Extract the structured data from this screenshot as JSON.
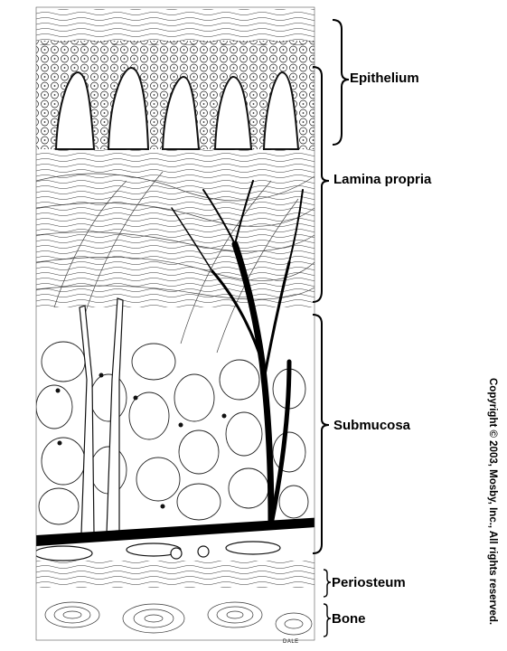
{
  "diagram": {
    "layers": [
      {
        "key": "epithelium",
        "label": "Epithelium"
      },
      {
        "key": "lamina_propria",
        "label": "Lamina propria"
      },
      {
        "key": "submucosa",
        "label": "Submucosa"
      },
      {
        "key": "periosteum",
        "label": "Periosteum"
      },
      {
        "key": "bone",
        "label": "Bone"
      }
    ],
    "copyright": "Copyright © 2003, Mosby, Inc., All rights reserved.",
    "artist_signature": "DALE"
  }
}
